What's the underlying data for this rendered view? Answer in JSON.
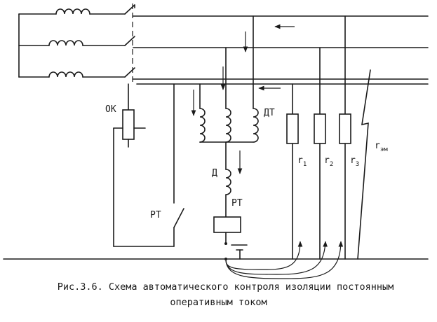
{
  "labels": {
    "ok": "ОК",
    "dt": "ДТ",
    "d": "Д",
    "rt_relay": "РТ",
    "rt_contact": "РТ",
    "r1": "r",
    "r1_sub": "1",
    "r2": "r",
    "r2_sub": "2",
    "r3": "r",
    "r3_sub": "3",
    "rem": "r",
    "rem_sub": "эм"
  },
  "caption": {
    "line1": "Рис.3.6. Схема автоматического контроля изоляции постоянным",
    "line2": "оперативным током"
  }
}
